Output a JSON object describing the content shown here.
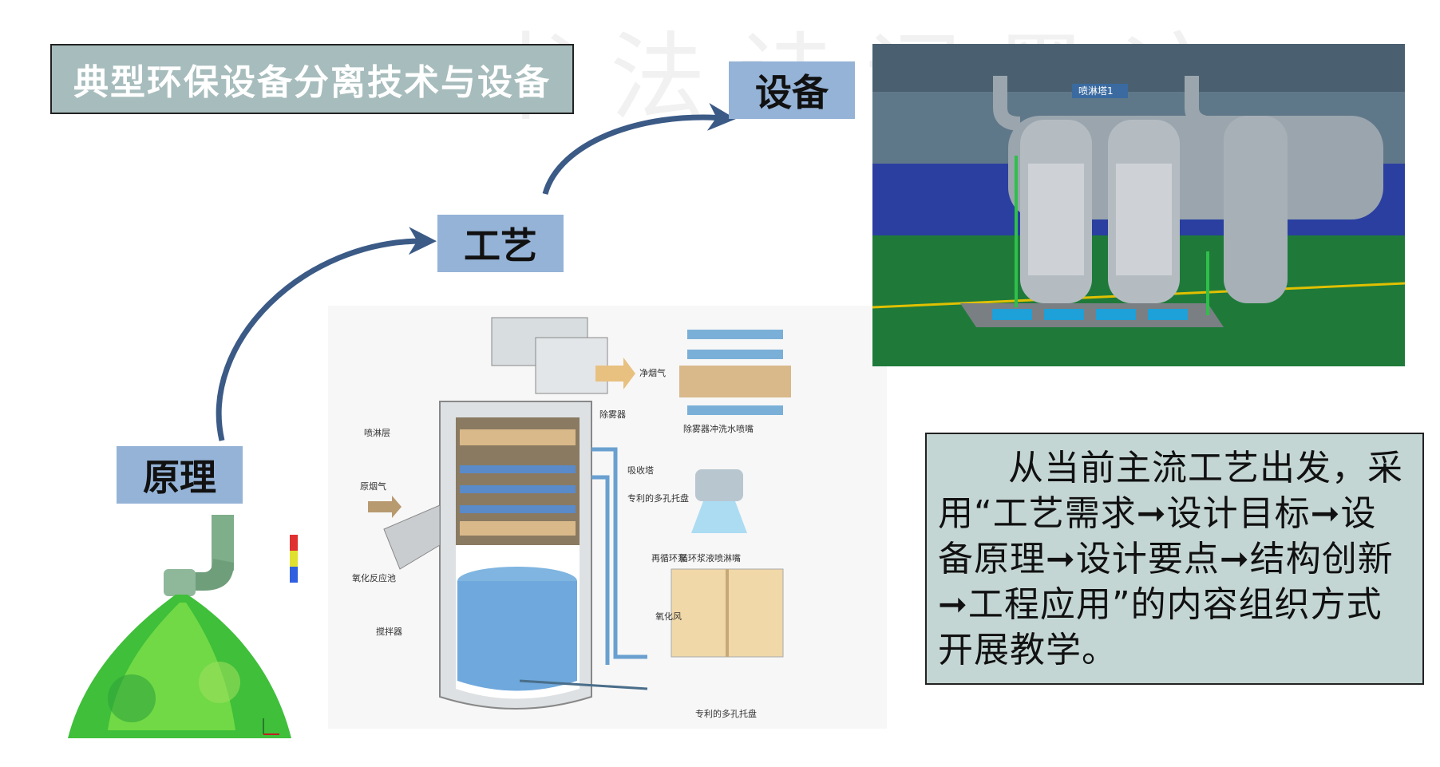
{
  "slide": {
    "title": "典型环保设备分离技术与设备",
    "steps": {
      "principle": "原理",
      "process": "工艺",
      "equipment": "设备"
    },
    "description": "从当前主流工艺出发，采用“工艺需求➞设计目标➞设备原理➞设计要点➞结构创新➞工程应用”的内容组织方式开展教学。"
  },
  "tower_diagram": {
    "labels": {
      "clean_gas": "净烟气",
      "demister": "除雾器",
      "spray_layer": "喷淋层",
      "raw_gas": "原烟气",
      "absorber": "吸收塔",
      "tray": "专利的多孔托盘",
      "recirc_pump": "再循环泵",
      "oxidation_tank": "氧化反应池",
      "agitator": "搅拌器",
      "oxidation_air": "氧化风",
      "demister_wash": "除雾器冲洗水喷嘴",
      "slurry_nozzle": "循环浆液喷淋嘴",
      "tray_bottom": "专利的多孔托盘"
    }
  },
  "plant_render": {
    "tower_label": "喷淋塔1"
  },
  "colors": {
    "title_bg": "#a7bcbc",
    "tag_bg": "#95b3d7",
    "desc_bg": "#c4d6d4",
    "arrow": "#3b5a86"
  },
  "icons": [
    "curved-arrow-icon"
  ]
}
